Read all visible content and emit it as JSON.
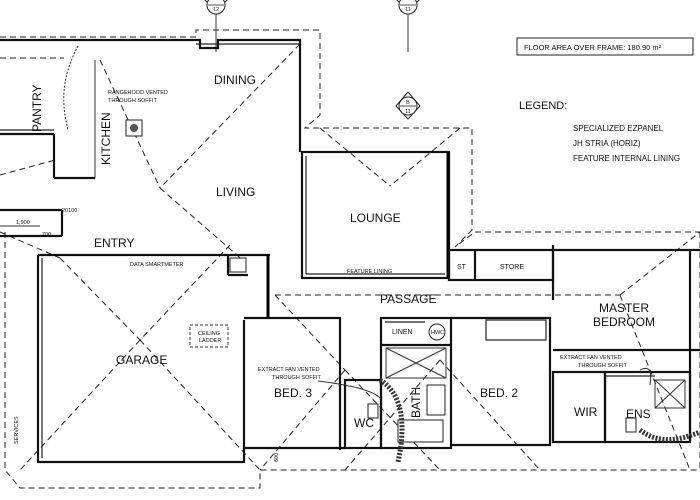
{
  "floor_area": "FLOOR AREA OVER FRAME:  180.90 m²",
  "legend": {
    "title": "LEGEND:",
    "items": [
      "SPECIALIZED EZPANEL",
      "JH STRIA (HORIZ)",
      "FEATURE INTERNAL LINING"
    ]
  },
  "section_markers": [
    {
      "top": "",
      "bottom": "12"
    },
    {
      "top": "",
      "bottom": "11"
    },
    {
      "top": "B",
      "bottom": "11"
    }
  ],
  "rooms": {
    "pantry": "PANTRY",
    "kitchen": "KITCHEN",
    "dining": "DINING",
    "living": "LIVING",
    "entry": "ENTRY",
    "lounge": "LOUNGE",
    "garage": "GARAGE",
    "passage": "PASSAGE",
    "st": "ST",
    "store": "STORE",
    "master_line1": "MASTER",
    "master_line2": "BEDROOM",
    "linen": "LINEN",
    "bed3": "BED. 3",
    "bed2": "BED. 2",
    "wc": "WC",
    "bath": "BATH",
    "wir": "WIR",
    "ens": "ENS"
  },
  "notes": {
    "rangehood_1": "RANGEHOOD VENTED",
    "rangehood_2": "THROUGH SOFFIT",
    "fan_bed3_1": "EXTRACT FAN VENTED",
    "fan_bed3_2": "THROUGH SOFFIT",
    "fan_ens_1": "EXTRACT FAN VENTED",
    "fan_ens_2": "THROUGH SOFFIT",
    "feature_lining": "FEATURE LINING",
    "data_smartmeter": "DATA  SMARTMETER",
    "ceiling_1": "CEILING",
    "ceiling_2": "LADDER",
    "hwc": "HWC",
    "services": "SERVICES"
  },
  "dimensions": {
    "d1900": "1,900",
    "d700": "700",
    "d600": "600",
    "d20100": "20100"
  }
}
